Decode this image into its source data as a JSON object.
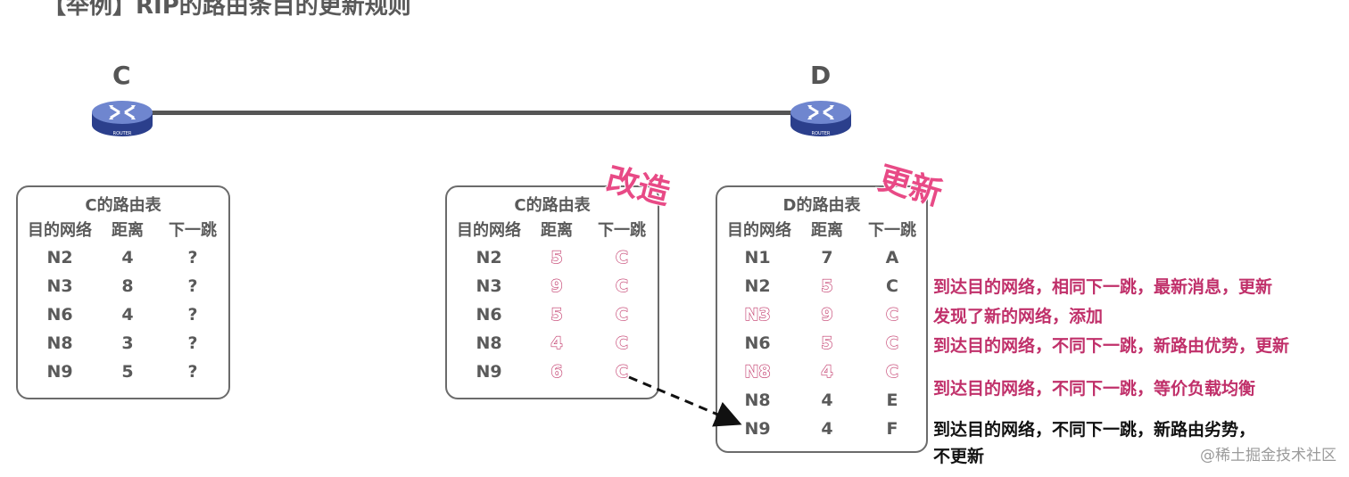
{
  "title": "【举例】RIP的路由条目的更新规则",
  "routers": {
    "c_label": "C",
    "d_label": "D",
    "icon_text": "ROUTER"
  },
  "tables": {
    "c_original": {
      "title": "C的路由表",
      "headers": [
        "目的网络",
        "距离",
        "下一跳"
      ],
      "rows": [
        [
          "N2",
          "4",
          "?"
        ],
        [
          "N3",
          "8",
          "?"
        ],
        [
          "N6",
          "4",
          "?"
        ],
        [
          "N8",
          "3",
          "?"
        ],
        [
          "N9",
          "5",
          "?"
        ]
      ]
    },
    "c_modified": {
      "title": "C的路由表",
      "headers": [
        "目的网络",
        "距离",
        "下一跳"
      ],
      "rows": [
        [
          "N2",
          "5",
          "C"
        ],
        [
          "N3",
          "9",
          "C"
        ],
        [
          "N6",
          "5",
          "C"
        ],
        [
          "N8",
          "4",
          "C"
        ],
        [
          "N9",
          "6",
          "C"
        ]
      ]
    },
    "d_table": {
      "title": "D的路由表",
      "headers": [
        "目的网络",
        "距离",
        "下一跳"
      ],
      "rows": [
        [
          "N1",
          "7",
          "A"
        ],
        [
          "N2",
          "5",
          "C"
        ],
        [
          "N3",
          "9",
          "C"
        ],
        [
          "N6",
          "5",
          "C"
        ],
        [
          "N8",
          "4",
          "C"
        ],
        [
          "N8",
          "4",
          "E"
        ],
        [
          "N9",
          "4",
          "F"
        ]
      ]
    }
  },
  "stamps": {
    "modify": "改造",
    "update": "更新"
  },
  "notes": [
    "到达目的网络，相同下一跳，最新消息，更新",
    "发现了新的网络，添加",
    "到达目的网络，不同下一跳，新路由优势，更新",
    "到达目的网络，不同下一跳，等价负载均衡",
    "到达目的网络，不同下一跳，新路由劣势，",
    "不更新"
  ],
  "watermark": "@稀土掘金技术社区",
  "colors": {
    "accent_pink": "#c23a6b",
    "stamp_pink": "#e84a86",
    "line_gray": "#555555"
  }
}
